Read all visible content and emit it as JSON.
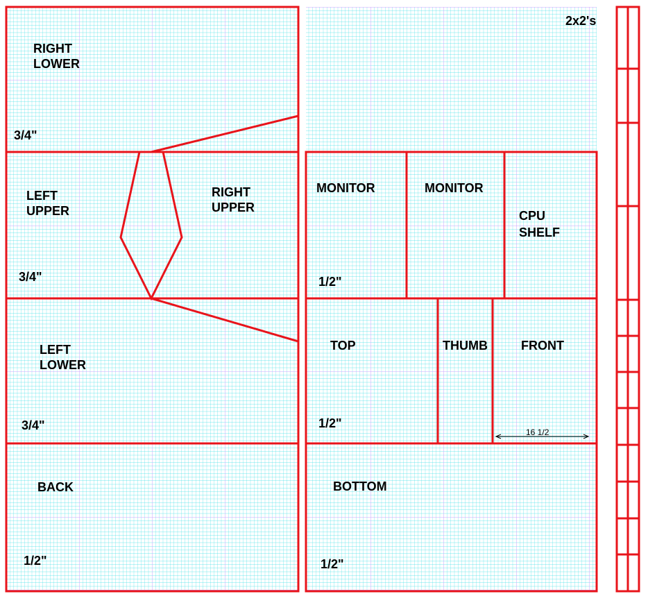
{
  "sheet_label": "2x2's",
  "colors": {
    "background": "#ffffff",
    "grid_minor": "#3ee0e6",
    "grid_major": "#c9a5ff",
    "cut_line": "#e8141b",
    "text": "#000000"
  },
  "left_panel": {
    "right_lower": {
      "line1": "RIGHT",
      "line2": "LOWER",
      "thickness": "3/4\""
    },
    "left_upper": {
      "line1": "LEFT",
      "line2": "UPPER",
      "thickness": "3/4\""
    },
    "right_upper": {
      "line1": "RIGHT",
      "line2": "UPPER"
    },
    "left_lower": {
      "line1": "LEFT",
      "line2": "LOWER",
      "thickness": "3/4\""
    },
    "back": {
      "label": "BACK",
      "thickness": "1/2\""
    }
  },
  "right_panel": {
    "monitor_1": {
      "label": "MONITOR",
      "thickness": "1/2\""
    },
    "monitor_2": {
      "label": "MONITOR"
    },
    "cpu_shelf": {
      "line1": "CPU",
      "line2": "SHELF"
    },
    "top": {
      "label": "TOP",
      "thickness": "1/2\""
    },
    "thumb": {
      "label": "THUMB"
    },
    "front": {
      "label": "FRONT",
      "dimension": "16 1/2"
    },
    "bottom": {
      "label": "BOTTOM",
      "thickness": "1/2\""
    }
  }
}
